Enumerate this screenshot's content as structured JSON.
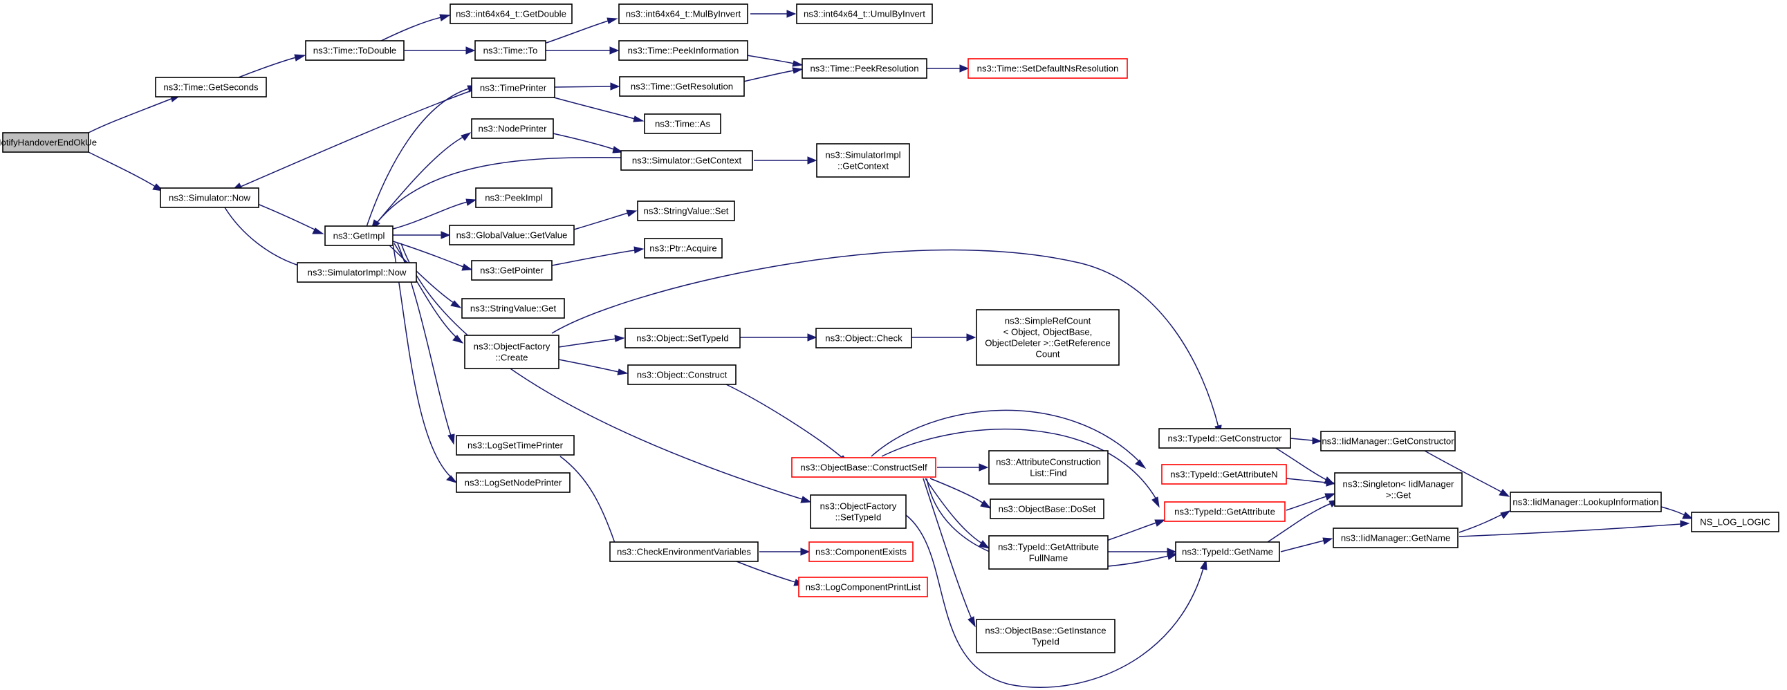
{
  "diagram": {
    "colors": {
      "edge": "#191970",
      "root_fill": "#bfbfbf",
      "truncated_border": "#ff0000",
      "border": "#000000"
    },
    "nodes": [
      {
        "id": "n0",
        "label": [
          "NotifyHandoverEndOkUe"
        ],
        "root": true
      },
      {
        "id": "n1",
        "label": [
          "ns3::Time::GetSeconds"
        ]
      },
      {
        "id": "n2",
        "label": [
          "ns3::Simulator::Now"
        ]
      },
      {
        "id": "n3",
        "label": [
          "ns3::Time::ToDouble"
        ]
      },
      {
        "id": "n4",
        "label": [
          "ns3::int64x64_t::GetDouble"
        ]
      },
      {
        "id": "n5",
        "label": [
          "ns3::Time::To"
        ]
      },
      {
        "id": "n6",
        "label": [
          "ns3::int64x64_t::MulByInvert"
        ]
      },
      {
        "id": "n7",
        "label": [
          "ns3::int64x64_t::UmulByInvert"
        ]
      },
      {
        "id": "n8",
        "label": [
          "ns3::Time::PeekInformation"
        ]
      },
      {
        "id": "n9",
        "label": [
          "ns3::Time::PeekResolution"
        ]
      },
      {
        "id": "n10",
        "label": [
          "ns3::Time::SetDefaultNsResolution"
        ],
        "truncated": true
      },
      {
        "id": "n11",
        "label": [
          "ns3::TimePrinter"
        ]
      },
      {
        "id": "n12",
        "label": [
          "ns3::Time::GetResolution"
        ]
      },
      {
        "id": "n13",
        "label": [
          "ns3::Time::As"
        ]
      },
      {
        "id": "n14",
        "label": [
          "ns3::NodePrinter"
        ]
      },
      {
        "id": "n15",
        "label": [
          "ns3::Simulator::GetContext"
        ]
      },
      {
        "id": "n16",
        "label": [
          "ns3::SimulatorImpl",
          "::GetContext"
        ]
      },
      {
        "id": "n17",
        "label": [
          "ns3::GetImpl"
        ]
      },
      {
        "id": "n18",
        "label": [
          "ns3::PeekImpl"
        ]
      },
      {
        "id": "n19",
        "label": [
          "ns3::GlobalValue::GetValue"
        ]
      },
      {
        "id": "n20",
        "label": [
          "ns3::StringValue::Set"
        ]
      },
      {
        "id": "n21",
        "label": [
          "ns3::GetPointer"
        ]
      },
      {
        "id": "n22",
        "label": [
          "ns3::Ptr::Acquire"
        ]
      },
      {
        "id": "n23",
        "label": [
          "ns3::SimulatorImpl::Now"
        ]
      },
      {
        "id": "n24",
        "label": [
          "ns3::StringValue::Get"
        ]
      },
      {
        "id": "n25",
        "label": [
          "ns3::ObjectFactory",
          "::Create"
        ]
      },
      {
        "id": "n26",
        "label": [
          "ns3::Object::SetTypeId"
        ]
      },
      {
        "id": "n27",
        "label": [
          "ns3::Object::Check"
        ]
      },
      {
        "id": "n28",
        "label": [
          "ns3::SimpleRefCount",
          "< Object, ObjectBase,",
          "ObjectDeleter >::GetReference",
          "Count"
        ]
      },
      {
        "id": "n29",
        "label": [
          "ns3::Object::Construct"
        ]
      },
      {
        "id": "n30",
        "label": [
          "ns3::LogSetTimePrinter"
        ]
      },
      {
        "id": "n31",
        "label": [
          "ns3::LogSetNodePrinter"
        ]
      },
      {
        "id": "n32",
        "label": [
          "ns3::ObjectBase::ConstructSelf"
        ],
        "truncated": true
      },
      {
        "id": "n33",
        "label": [
          "ns3::AttributeConstruction",
          "List::Find"
        ]
      },
      {
        "id": "n34",
        "label": [
          "ns3::ObjectBase::DoSet"
        ]
      },
      {
        "id": "n35",
        "label": [
          "ns3::ObjectFactory",
          "::SetTypeId"
        ]
      },
      {
        "id": "n36",
        "label": [
          "ns3::TypeId::GetAttribute",
          "FullName"
        ]
      },
      {
        "id": "n37",
        "label": [
          "ns3::ObjectBase::GetInstance",
          "TypeId"
        ]
      },
      {
        "id": "n38",
        "label": [
          "ns3::CheckEnvironmentVariables"
        ]
      },
      {
        "id": "n39",
        "label": [
          "ns3::ComponentExists"
        ],
        "truncated": true
      },
      {
        "id": "n40",
        "label": [
          "ns3::LogComponentPrintList"
        ],
        "truncated": true
      },
      {
        "id": "n41",
        "label": [
          "ns3::TypeId::GetConstructor"
        ]
      },
      {
        "id": "n42",
        "label": [
          "ns3::TypeId::GetAttributeN"
        ],
        "truncated": true
      },
      {
        "id": "n43",
        "label": [
          "ns3::TypeId::GetAttribute"
        ],
        "truncated": true
      },
      {
        "id": "n44",
        "label": [
          "ns3::TypeId::GetName"
        ]
      },
      {
        "id": "n45",
        "label": [
          "ns3::IidManager::GetConstructor"
        ]
      },
      {
        "id": "n46",
        "label": [
          "ns3::Singleton< IidManager",
          " >::Get"
        ]
      },
      {
        "id": "n47",
        "label": [
          "ns3::IidManager::GetName"
        ]
      },
      {
        "id": "n48",
        "label": [
          "ns3::IidManager::LookupInformation"
        ]
      },
      {
        "id": "n49",
        "label": [
          "NS_LOG_LOGIC"
        ]
      }
    ]
  }
}
